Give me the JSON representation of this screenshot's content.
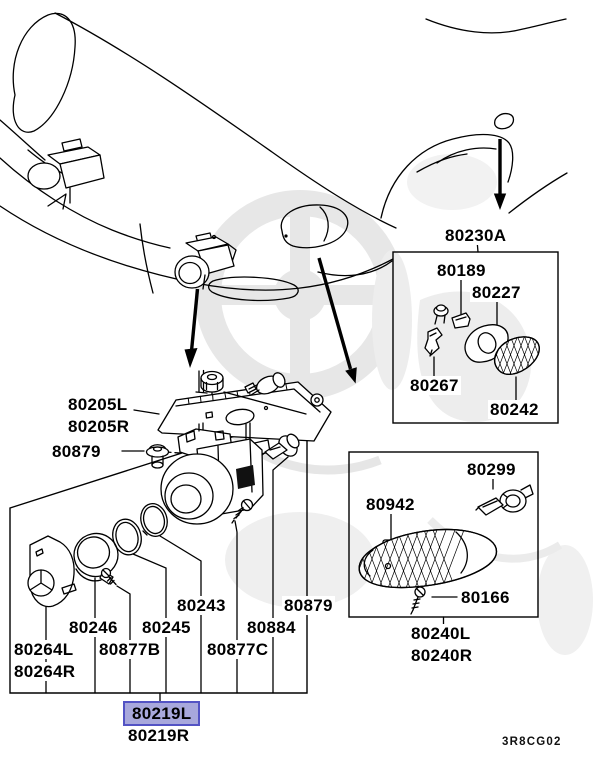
{
  "diagram": {
    "description": "Exploded parts diagram: front fog lamp and side turn signal lamps",
    "drawing_code": "3R8CG02",
    "highlighted_part": "80219L",
    "colors": {
      "line": "#000000",
      "background": "#ffffff",
      "highlight_bg": "#a8a8dc",
      "highlight_border": "#5353c4",
      "watermark": "#e7e7e7"
    },
    "part_labels": [
      {
        "part": "80205L"
      },
      {
        "part": "80205R"
      },
      {
        "part": "80879"
      },
      {
        "part": "80243"
      },
      {
        "part": "80879"
      },
      {
        "part": "80246"
      },
      {
        "part": "80245"
      },
      {
        "part": "80884"
      },
      {
        "part": "80264L"
      },
      {
        "part": "80877B"
      },
      {
        "part": "80877C"
      },
      {
        "part": "80264R"
      },
      {
        "part": "80219L",
        "highlighted": true
      },
      {
        "part": "80219R"
      },
      {
        "part": "80230A"
      },
      {
        "part": "80189"
      },
      {
        "part": "80227"
      },
      {
        "part": "80267"
      },
      {
        "part": "80242"
      },
      {
        "part": "80299"
      },
      {
        "part": "80942"
      },
      {
        "part": "80166"
      },
      {
        "part": "80240L"
      },
      {
        "part": "80240R"
      }
    ]
  }
}
